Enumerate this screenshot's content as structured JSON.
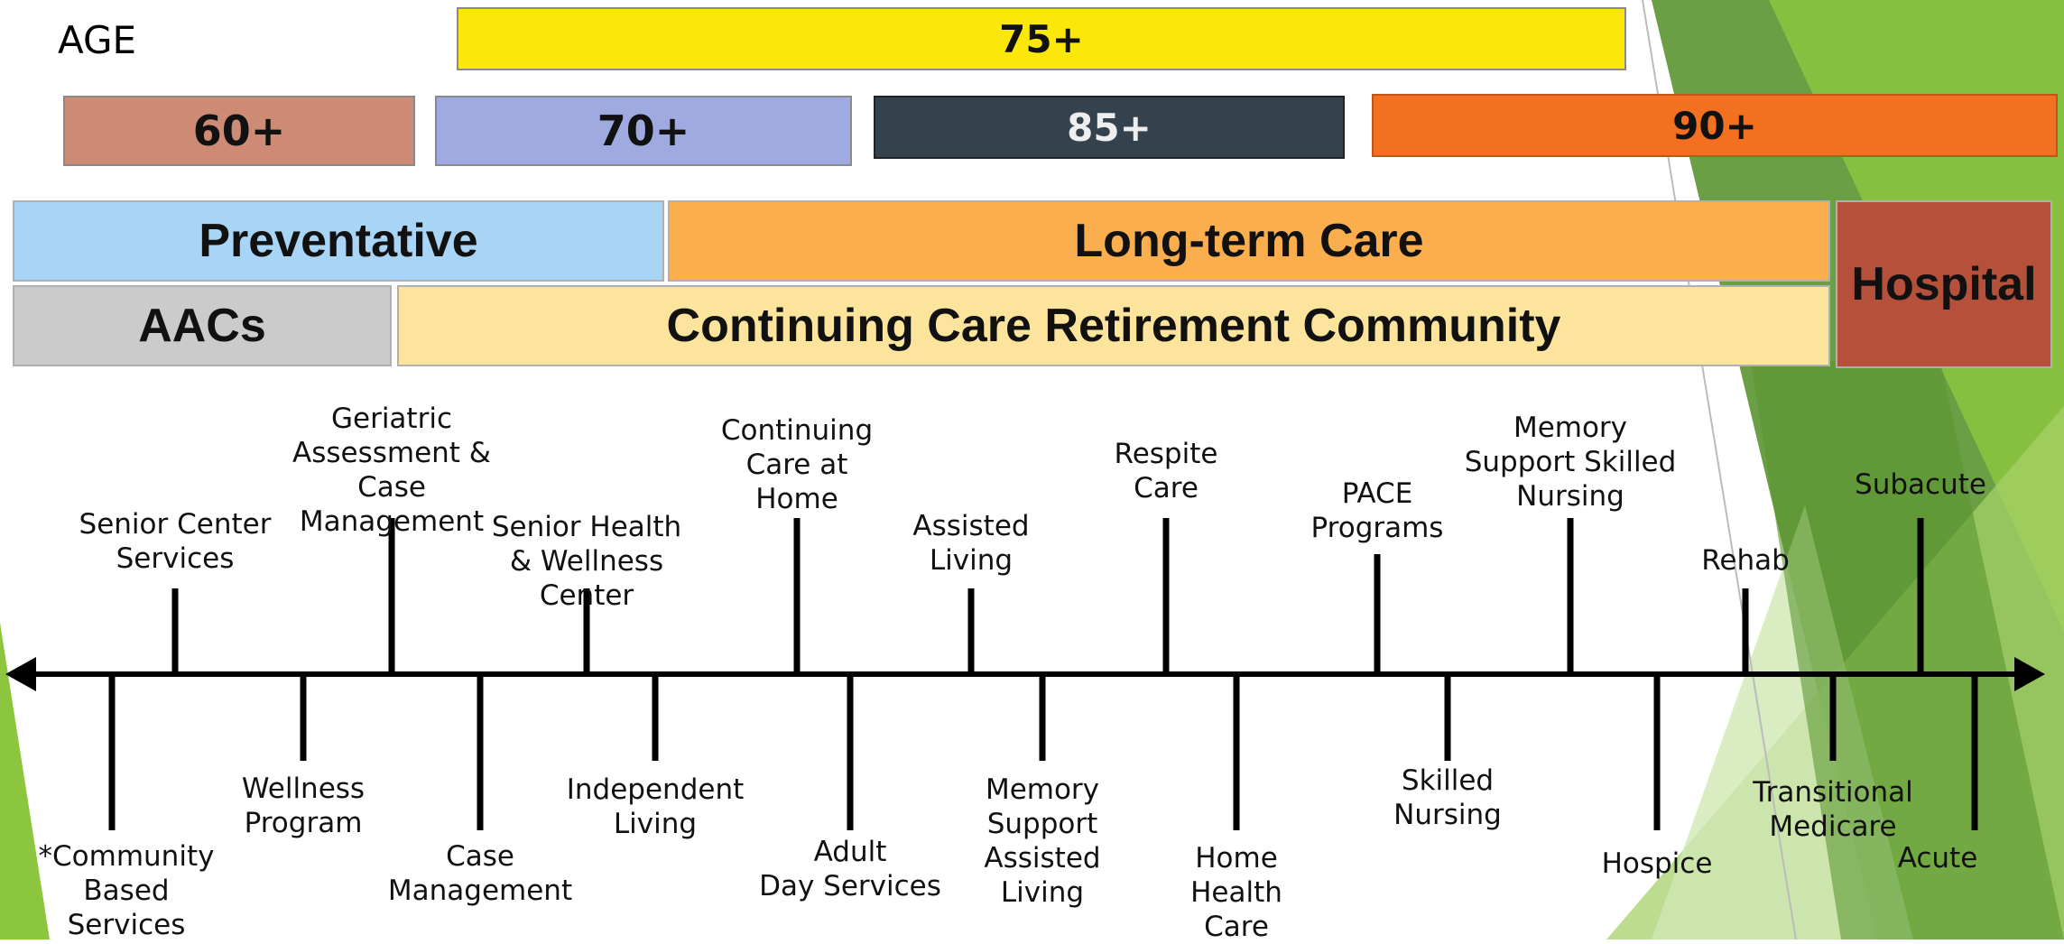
{
  "age_label": "AGE",
  "age_bars": {
    "a75": "75+",
    "a60": "60+",
    "a70": "70+",
    "a85": "85+",
    "a90": "90+"
  },
  "care_bars": {
    "preventative": "Preventative",
    "long_term": "Long-term Care",
    "hospital": "Hospital",
    "aacs": "AACs",
    "ccrc": "Continuing Care Retirement Community"
  },
  "colors": {
    "a75": "#fbe80a",
    "a60": "#cd8b76",
    "a70": "#9fabe0",
    "a85": "#33424d",
    "a90": "#f37021",
    "preventative": "#a8d4f5",
    "long_term": "#fbae4e",
    "hospital": "#b5503b",
    "aacs": "#cbcbcb",
    "ccrc": "#fde49c",
    "green_dark": "#5f9e3a",
    "green_light": "#8dc63f"
  },
  "timeline_items": [
    {
      "label": "*Community\nBased\nServices",
      "side": "below"
    },
    {
      "label": "Senior Center\nServices",
      "side": "above"
    },
    {
      "label": "Wellness\nProgram",
      "side": "below"
    },
    {
      "label": "Geriatric\nAssessment &\nCase Management",
      "side": "above"
    },
    {
      "label": "Case\nManagement",
      "side": "below"
    },
    {
      "label": "Senior Health\n& Wellness Center",
      "side": "above"
    },
    {
      "label": "Independent\nLiving",
      "side": "below"
    },
    {
      "label": "Continuing\nCare at\nHome",
      "side": "above"
    },
    {
      "label": "Adult\nDay Services",
      "side": "below"
    },
    {
      "label": "Assisted\nLiving",
      "side": "above"
    },
    {
      "label": "Memory\nSupport\nAssisted\nLiving",
      "side": "below"
    },
    {
      "label": "Respite\nCare",
      "side": "above"
    },
    {
      "label": "Home\nHealth\nCare",
      "side": "below"
    },
    {
      "label": "PACE\nPrograms",
      "side": "above"
    },
    {
      "label": "Skilled\nNursing",
      "side": "below"
    },
    {
      "label": "Memory\nSupport Skilled\nNursing",
      "side": "above"
    },
    {
      "label": "Hospice",
      "side": "below"
    },
    {
      "label": "Rehab",
      "side": "above"
    },
    {
      "label": "Transitional\nMedicare",
      "side": "below"
    },
    {
      "label": "Subacute",
      "side": "above"
    },
    {
      "label": "Acute",
      "side": "below"
    }
  ]
}
